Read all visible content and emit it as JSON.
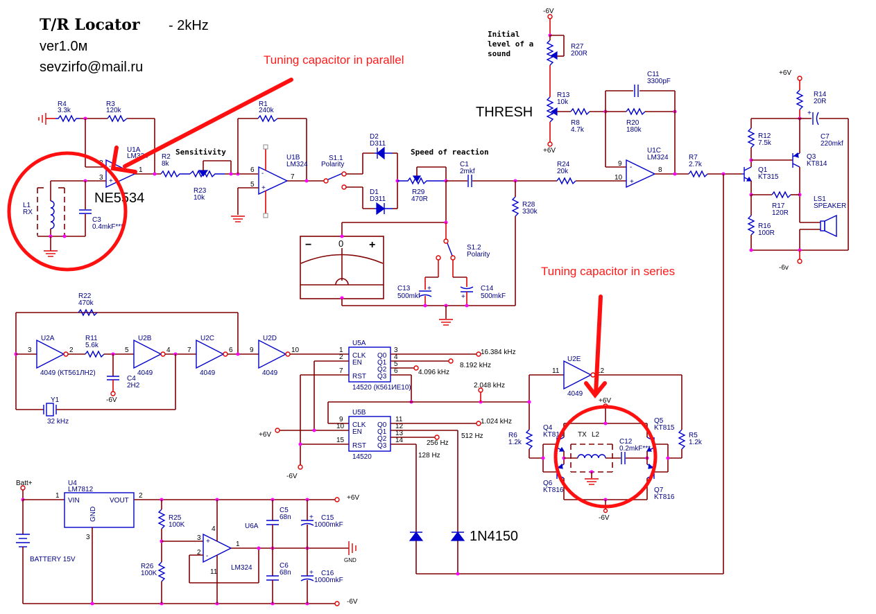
{
  "header": {
    "title": "T/R Locator",
    "title_suffix": "-  2kHz",
    "version": "ver1.0м",
    "email": "sevzirfo@mail.ru"
  },
  "annotations": {
    "parallel": "Tuning capacitor in parallel",
    "series": "Tuning capacitor in series",
    "colors": {
      "annotation": "#ff1a1a",
      "wire": "#800000",
      "component": "#0000cc",
      "junction": "#ff00ff"
    }
  },
  "controls": {
    "sensitivity": "Sensitivity",
    "speed": "Speed of reaction",
    "initial_line1": "Initial",
    "initial_line2": "level of a",
    "initial_line3": "sound",
    "thresh": "THRESH"
  },
  "components": {
    "R4": {
      "ref": "R4",
      "value": "3.3k"
    },
    "R3": {
      "ref": "R3",
      "value": "120k"
    },
    "R1": {
      "ref": "R1",
      "value": "240k"
    },
    "R2": {
      "ref": "R2",
      "value": "8k"
    },
    "R23": {
      "ref": "R23",
      "value": "10k"
    },
    "U1A": {
      "ref": "U1A",
      "value": "LM324",
      "alt": "NE5534"
    },
    "U1B": {
      "ref": "U1B",
      "value": "LM324"
    },
    "U1C": {
      "ref": "U1C",
      "value": "LM324"
    },
    "L1": {
      "ref": "L1",
      "value": "RX"
    },
    "C3": {
      "ref": "C3",
      "value": "0.4mkF***"
    },
    "S11": {
      "ref": "S1.1",
      "value": "Polarity"
    },
    "S12": {
      "ref": "S1.2",
      "value": "Polarity"
    },
    "D2": {
      "ref": "D2",
      "value": "D311"
    },
    "D1": {
      "ref": "D1",
      "value": "D311"
    },
    "R29": {
      "ref": "R29",
      "value": "470R"
    },
    "C1": {
      "ref": "C1",
      "value": "2mkf"
    },
    "R28": {
      "ref": "R28",
      "value": "330k"
    },
    "R24": {
      "ref": "R24",
      "value": "20k"
    },
    "R27": {
      "ref": "R27",
      "value": "200R"
    },
    "R13": {
      "ref": "R13",
      "value": "10k"
    },
    "R8": {
      "ref": "R8",
      "value": "4.7k"
    },
    "R20": {
      "ref": "R20",
      "value": "180k"
    },
    "C11": {
      "ref": "C11",
      "value": "3300pF"
    },
    "R7": {
      "ref": "R7",
      "value": "2.7k"
    },
    "R14": {
      "ref": "R14",
      "value": "20R"
    },
    "C7": {
      "ref": "C7",
      "value": "220mkf"
    },
    "R12": {
      "ref": "R12",
      "value": "7.5k"
    },
    "Q1": {
      "ref": "Q1",
      "value": "KT315"
    },
    "Q3": {
      "ref": "Q3",
      "value": "KT814"
    },
    "R17": {
      "ref": "R17",
      "value": "120R"
    },
    "R16": {
      "ref": "R16",
      "value": "100R"
    },
    "LS1": {
      "ref": "LS1",
      "value": "SPEAKER"
    },
    "C13": {
      "ref": "C13",
      "value": "500mkf"
    },
    "C14": {
      "ref": "C14",
      "value": "500mkF"
    },
    "R22": {
      "ref": "R22",
      "value": "470k"
    },
    "U2A": {
      "ref": "U2A",
      "value": "4049 (КТ561ЛН2)"
    },
    "R11": {
      "ref": "R11",
      "value": "5.6k"
    },
    "C4": {
      "ref": "C4",
      "value": "2H2"
    },
    "U2B": {
      "ref": "U2B",
      "value": "4049"
    },
    "U2C": {
      "ref": "U2C",
      "value": "4049"
    },
    "U2D": {
      "ref": "U2D",
      "value": "4049"
    },
    "U2E": {
      "ref": "U2E",
      "value": "4049"
    },
    "Y1": {
      "ref": "Y1",
      "value": "32 kHz"
    },
    "U5A": {
      "ref": "U5A",
      "value": "14520 (К561ИЕ10)"
    },
    "U5B": {
      "ref": "U5B",
      "value": "14520"
    },
    "R6": {
      "ref": "R6",
      "value": "1.2k"
    },
    "R5": {
      "ref": "R5",
      "value": "1.2k"
    },
    "Q4": {
      "ref": "Q4",
      "value": "KT815"
    },
    "Q6": {
      "ref": "Q6",
      "value": "KT816"
    },
    "Q5": {
      "ref": "Q5",
      "value": "KT815"
    },
    "Q7": {
      "ref": "Q7",
      "value": "KT816"
    },
    "L2": {
      "ref": "L2",
      "value": "TX"
    },
    "C12": {
      "ref": "C12",
      "value": "0.2mkF***"
    },
    "D_1N4150": {
      "value": "1N4150"
    },
    "U4": {
      "ref": "U4",
      "value": "LM7812",
      "vin": "VIN",
      "vout": "VOUT",
      "gnd": "GND"
    },
    "BATTERY": {
      "value": "BATTERY 15V",
      "terminal": "Batt+"
    },
    "R25": {
      "ref": "R25",
      "value": "100K"
    },
    "R26": {
      "ref": "R26",
      "value": "100K"
    },
    "U6A": {
      "ref": "U6A",
      "value": "LM324"
    },
    "C5": {
      "ref": "C5",
      "value": "68n"
    },
    "C6": {
      "ref": "C6",
      "value": "68n"
    },
    "C15": {
      "ref": "C15",
      "value": "1000mkF"
    },
    "C16": {
      "ref": "C16",
      "value": "1000mkF"
    }
  },
  "counter": {
    "pins": {
      "clk": "CLK",
      "en": "EN",
      "rst": "RST",
      "q0": "Q0",
      "q1": "Q1",
      "q2": "Q2",
      "q3": "Q3"
    },
    "freqs": [
      "16.384 kHz",
      "8.192 kHz",
      "4.096 kHz",
      "2.048 kHz",
      "1.024 kHz",
      "512 Hz",
      "256 Hz",
      "128 Hz"
    ]
  },
  "rails": {
    "pos": "+6V",
    "neg": "-6V",
    "neg_lower": "-6v",
    "gnd": "GND"
  },
  "meter": {
    "minus": "−",
    "zero": "0",
    "plus": "+"
  }
}
